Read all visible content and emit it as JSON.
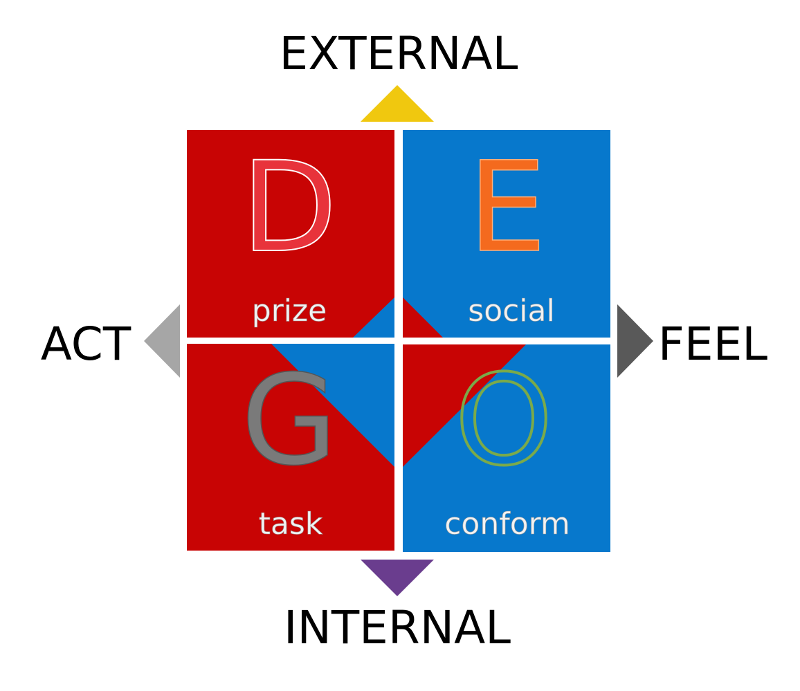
{
  "axes": {
    "top": "EXTERNAL",
    "bottom": "INTERNAL",
    "left": "ACT",
    "right": "FEEL"
  },
  "quadrants": [
    {
      "letter": "D",
      "word": "prize",
      "color": "#c80404",
      "letter_color": "#e8333b"
    },
    {
      "letter": "E",
      "word": "social",
      "color": "#0778cc",
      "letter_color": "#f46a1e"
    },
    {
      "letter": "G",
      "word": "task",
      "color": "#c80404",
      "letter_color": "#7a7a7a"
    },
    {
      "letter": "O",
      "word": "conform",
      "color": "#0778cc",
      "letter_color": "#7aaa4a"
    }
  ],
  "arrow_colors": {
    "top": "#f0c80f",
    "bottom": "#6a3d8e",
    "left": "#a6a6a6",
    "right": "#595959"
  }
}
